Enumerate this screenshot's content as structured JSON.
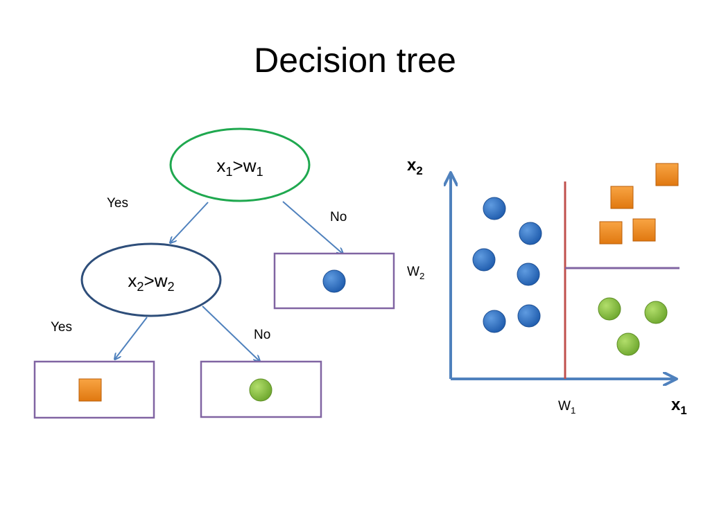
{
  "slide": {
    "title": "Decision tree"
  },
  "tree": {
    "root": {
      "var": "x",
      "var_sub": "1",
      "op": ">",
      "thr": "w",
      "thr_sub": "1",
      "border_color": "#1fa84f"
    },
    "inner": {
      "var": "x",
      "var_sub": "2",
      "op": ">",
      "thr": "w",
      "thr_sub": "2",
      "border_color": "#2e4e7a"
    },
    "edges": {
      "root_yes": "Yes",
      "root_no": "No",
      "inner_yes": "Yes",
      "inner_no": "No"
    },
    "leaves": [
      {
        "id": "root-no-leaf",
        "class": "blue-circle"
      },
      {
        "id": "inner-yes-leaf",
        "class": "orange-square"
      },
      {
        "id": "inner-no-leaf",
        "class": "green-circle"
      }
    ],
    "leaf_border_color": "#8064a2",
    "arrow_color": "#4f81bd"
  },
  "plot": {
    "x_axis": {
      "label": "x",
      "sub": "1"
    },
    "y_axis": {
      "label": "x",
      "sub": "2"
    },
    "w1": {
      "label": "W",
      "sub": "1",
      "color": "#c0504d"
    },
    "w2": {
      "label": "W",
      "sub": "2",
      "color": "#8064a2"
    },
    "axis_color": "#4f81bd"
  },
  "colors": {
    "blue": "#2f6fc7",
    "orange": "#f08a1c",
    "green": "#8dc63f"
  },
  "icons": {
    "blue": "circle-icon",
    "orange": "square-icon",
    "green": "circle-icon"
  }
}
